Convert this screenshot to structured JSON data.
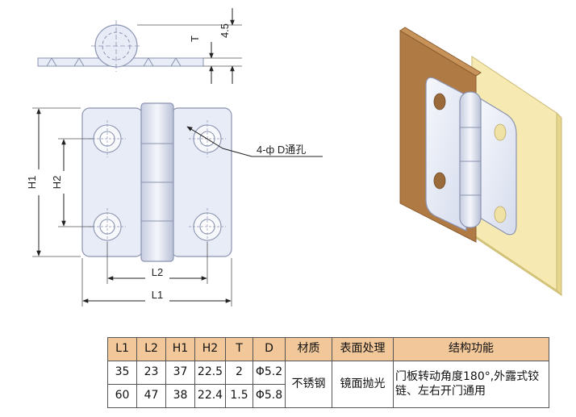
{
  "drawing": {
    "dimension_labels": {
      "t_dim": "4.5",
      "t": "T",
      "h1": "H1",
      "h2": "H2",
      "l1": "L1",
      "l2": "L2",
      "hole_callout": "4-ф D通孔"
    },
    "colors": {
      "leaf_fill": "#e8ecf6",
      "leaf_stroke": "#8a93b0",
      "door_brown": "#b07a45",
      "frame_cream": "#f6eab2",
      "table_header": "#f2c79a"
    }
  },
  "table": {
    "headers": [
      "L1",
      "L2",
      "H1",
      "H2",
      "T",
      "D",
      "材质",
      "表面处理",
      "结构功能"
    ],
    "rows": [
      [
        "35",
        "23",
        "37",
        "22.5",
        "2",
        "Φ5.2"
      ],
      [
        "60",
        "47",
        "38",
        "22.4",
        "1.5",
        "Φ5.8"
      ]
    ],
    "material": "不锈钢",
    "surface": "镜面抛光",
    "function": "门板转动角度180°,外露式铰链、左右开门通用"
  }
}
